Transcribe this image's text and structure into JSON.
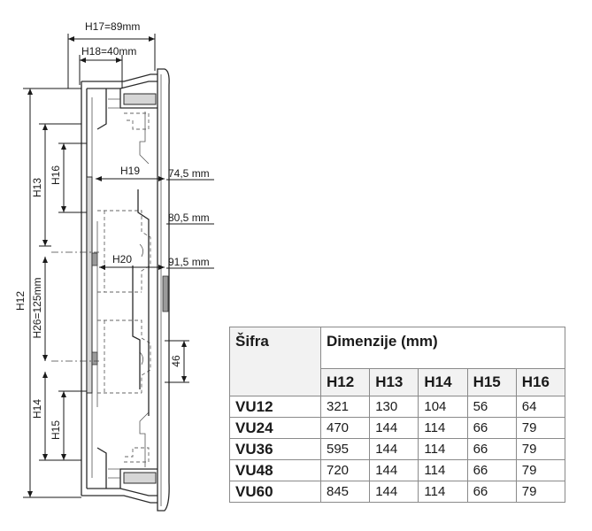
{
  "diagram": {
    "labels": {
      "h17": "H17=89mm",
      "h18": "H18=40mm",
      "h12": "H12",
      "h13": "H13",
      "h14": "H14",
      "h15": "H15",
      "h16": "H16",
      "h19": "H19",
      "h20": "H20",
      "h26": "H26=125mm",
      "dim_46": "46",
      "m745": "74,5 mm",
      "m805": "80,5 mm",
      "m915": "91,5 mm"
    }
  },
  "table": {
    "code_header": "Šifra",
    "dims_header": "Dimenzije (mm)",
    "columns": [
      "H12",
      "H13",
      "H14",
      "H15",
      "H16"
    ],
    "rows": [
      {
        "code": "VU12",
        "values": [
          "321",
          "130",
          "104",
          "56",
          "64"
        ]
      },
      {
        "code": "VU24",
        "values": [
          "470",
          "144",
          "114",
          "66",
          "79"
        ]
      },
      {
        "code": "VU36",
        "values": [
          "595",
          "144",
          "114",
          "66",
          "79"
        ]
      },
      {
        "code": "VU48",
        "values": [
          "720",
          "144",
          "114",
          "66",
          "79"
        ]
      },
      {
        "code": "VU60",
        "values": [
          "845",
          "144",
          "114",
          "66",
          "79"
        ]
      }
    ]
  }
}
